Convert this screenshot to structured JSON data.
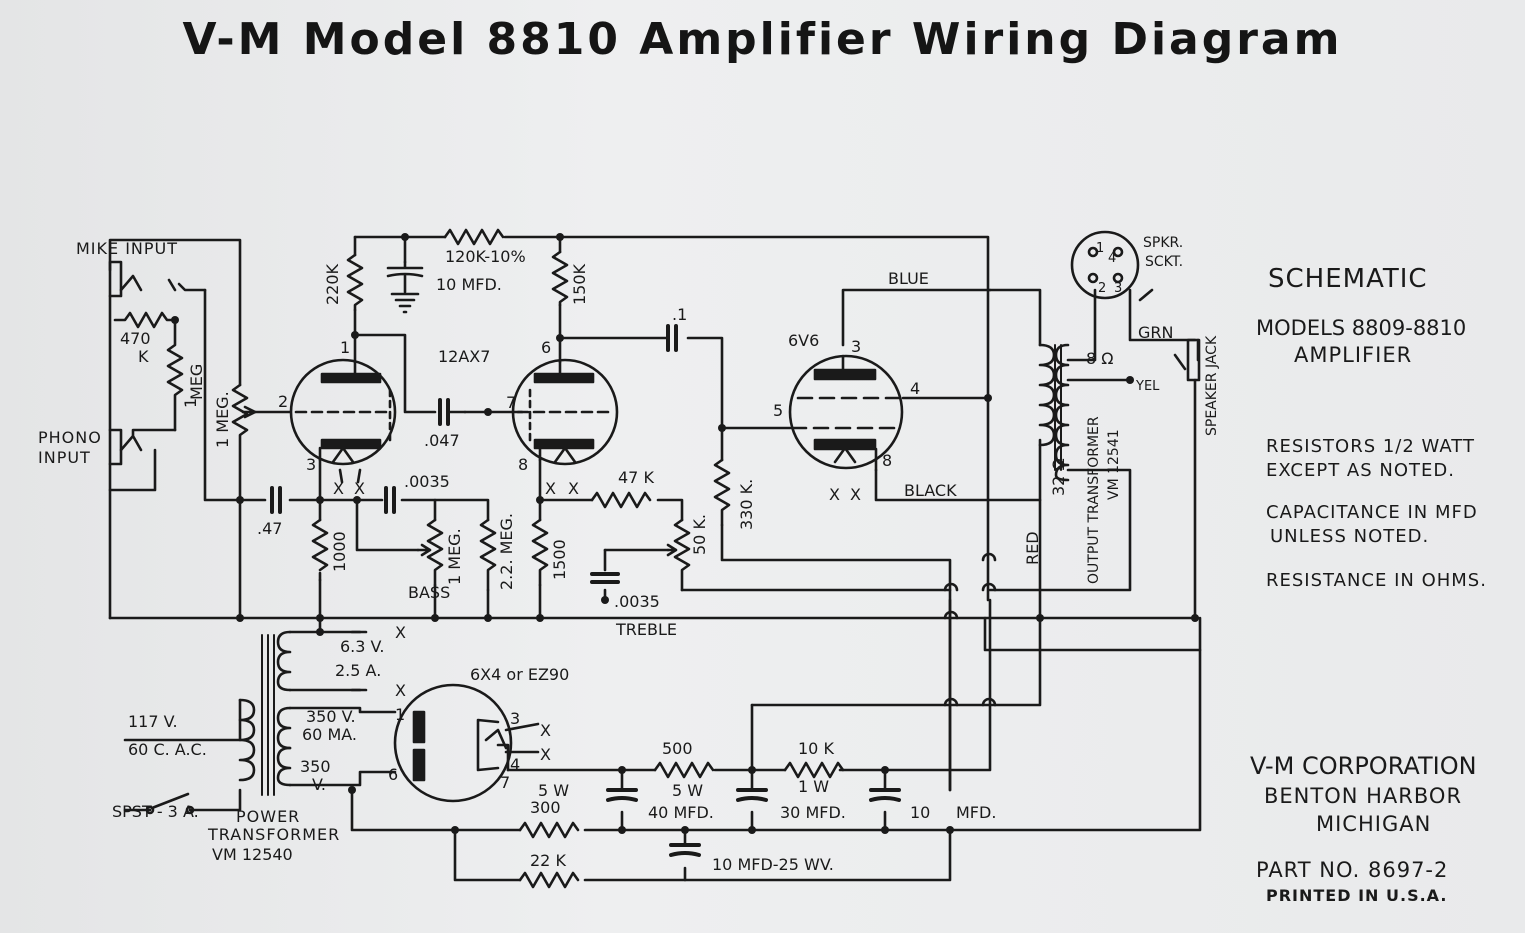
{
  "title": "V-M Model 8810 Amplifier Wiring Diagram",
  "side_panel": {
    "heading": "SCHEMATIC",
    "models_line1": "MODELS 8809-8810",
    "models_line2": "AMPLIFIER",
    "notes": [
      "RESISTORS 1/2 WATT",
      "EXCEPT AS NOTED.",
      "CAPACITANCE IN MFD",
      "UNLESS NOTED.",
      "RESISTANCE IN OHMS."
    ],
    "company": "V-M CORPORATION",
    "city": "BENTON HARBOR",
    "state": "MICHIGAN",
    "part_no": "PART NO. 8697-2",
    "printed": "PRINTED IN U.S.A."
  },
  "inputs": {
    "mike": "MIKE INPUT",
    "phono1": "PHONO",
    "phono2": "INPUT"
  },
  "tubes": {
    "preamp": "12AX7",
    "output": "6V6",
    "rectifier": "6X4 or EZ90"
  },
  "pins": {
    "p1": "1",
    "p2": "2",
    "p3": "3",
    "p4": "4",
    "p5": "5",
    "p6": "6",
    "p7": "7",
    "p8": "8"
  },
  "heater_marks": {
    "x": "X"
  },
  "components": {
    "r120k": "120K-10%",
    "c10": "10 MFD.",
    "r220k": "220K",
    "r150k": "150K",
    "c01": ".1",
    "r470k_a": "470",
    "r470k_b": "K",
    "r1meg_in_a": "1",
    "r1meg_in_b": "MEG",
    "pot1meg": "1 MEG.",
    "c047": ".047",
    "c0035a": ".0035",
    "c47": ".47",
    "r1000": "1000",
    "bass": "BASS",
    "bass_pot": "1 MEG.",
    "r22meg": "2.2. MEG.",
    "r1500": "1500",
    "r47k": "47 K",
    "treble_pot": "50 K.",
    "r330k": "330 K.",
    "c0035b": ".0035",
    "treble": "TREBLE",
    "r500": "500",
    "r500w": "5 W",
    "r10k": "10 K",
    "r10kw": "1 W",
    "r300w": "5 W",
    "r300": "300",
    "c40": "40 MFD.",
    "c30": "30 MFD.",
    "c10b": "10",
    "mfd": "MFD.",
    "r22k": "22 K",
    "c10_25": "10 MFD-25 WV."
  },
  "transformers": {
    "heater_v": "6.3 V.",
    "heater_a": "2.5 A.",
    "hv_v": "350 V.",
    "hv_ma": "60 MA.",
    "hv2_v": "350",
    "hv2_unit": "V.",
    "mains_v": "117 V.",
    "mains_ac": "60 C. A.C.",
    "switch": "SPST - 3 A.",
    "power_1": "POWER",
    "power_2": "TRANSFORMER",
    "power_3": "VM 12540",
    "output_1": "OUTPUT TRANSFORMER",
    "output_2": "VM 12541",
    "z32": "32 Ω",
    "z8": "8 Ω"
  },
  "wires": {
    "blue": "BLUE",
    "black": "BLACK",
    "red": "RED",
    "grn": "GRN",
    "yel": "YEL"
  },
  "speaker": {
    "sock1": "SPKR.",
    "sock2": "SCKT.",
    "jack": "SPEAKER JACK",
    "pin1": "1",
    "pin2": "2",
    "pin3": "3",
    "pin4": "4"
  }
}
